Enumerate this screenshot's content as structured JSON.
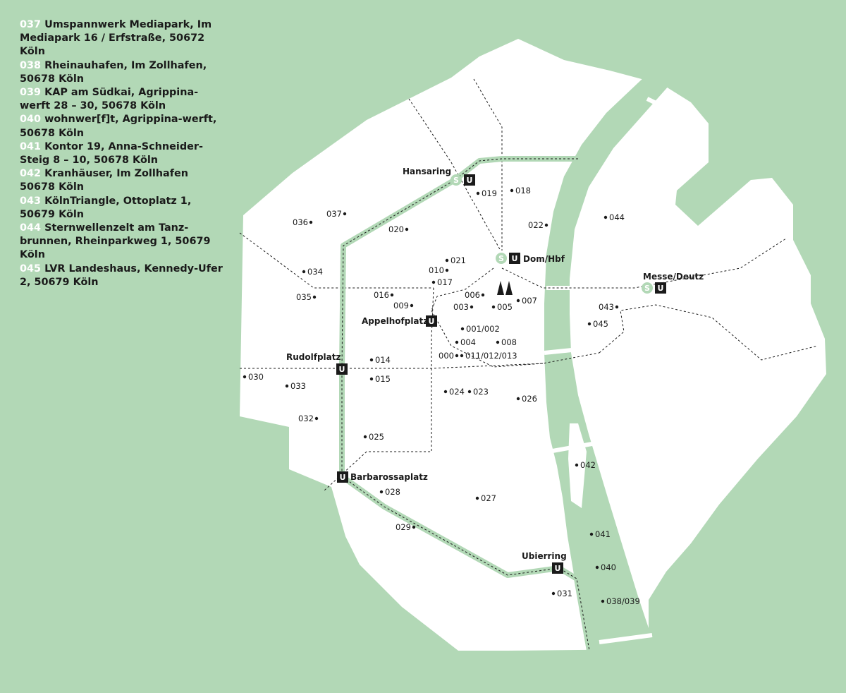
{
  "legend": [
    {
      "num": "037",
      "text": "Umspannwerk Mediapark, Im Mediapark 16 / Erfstraße, 50672 Köln"
    },
    {
      "num": "038",
      "text": "Rheinauhafen, Im Zollhafen, 50678 Köln"
    },
    {
      "num": "039",
      "text": "KAP am Südkai, Agrippina-werft 28 – 30, 50678 Köln"
    },
    {
      "num": "040",
      "text": "wohnwer[f]t, Agrippina-werft, 50678 Köln"
    },
    {
      "num": "041",
      "text": "Kontor 19, Anna-Schneider-Steig 8 – 10, 50678 Köln"
    },
    {
      "num": "042",
      "text": "Kranhäuser, Im Zollhafen 50678 Köln"
    },
    {
      "num": "043",
      "text": "KölnTriangle, Ottoplatz 1, 50679 Köln"
    },
    {
      "num": "044",
      "text": "Sternwellenzelt am Tanz-brunnen, Rheinparkweg 1, 50679 Köln"
    },
    {
      "num": "045",
      "text": "LVR Landeshaus, Kennedy-Ufer 2, 50679 Köln"
    }
  ],
  "stations": {
    "hansaring": "Hansaring",
    "dom_hbf": "Dom/Hbf",
    "messe_deutz": "Messe/Deutz",
    "appelhofplatz": "Appelhofplatz",
    "rudolfplatz": "Rudolfplatz",
    "barbarossaplatz": "Barbarossaplatz",
    "ubierring": "Ubierring"
  },
  "badges": {
    "s": "S",
    "u": "U"
  },
  "points": {
    "p000": "000",
    "p001": "001/002",
    "p003": "003",
    "p004": "004",
    "p005": "005",
    "p006": "006",
    "p007": "007",
    "p008": "008",
    "p009": "009",
    "p010": "010",
    "p011": "011/012/013",
    "p014": "014",
    "p015": "015",
    "p016": "016",
    "p017": "017",
    "p018": "018",
    "p019": "019",
    "p020": "020",
    "p021": "021",
    "p022": "022",
    "p023": "023",
    "p024": "024",
    "p025": "025",
    "p026": "026",
    "p027": "027",
    "p028": "028",
    "p029": "029",
    "p030": "030",
    "p031": "031",
    "p032": "032",
    "p033": "033",
    "p034": "034",
    "p035": "035",
    "p036": "036",
    "p037": "037",
    "p038": "038/039",
    "p040": "040",
    "p041": "041",
    "p042": "042",
    "p043": "043",
    "p044": "044",
    "p045": "045"
  },
  "colors": {
    "background": "#b2d8b6",
    "land": "#ffffff",
    "accent": "#b2d8b6",
    "text": "#1a1a1a"
  },
  "icons": {
    "cathedral": "cathedral-icon"
  }
}
